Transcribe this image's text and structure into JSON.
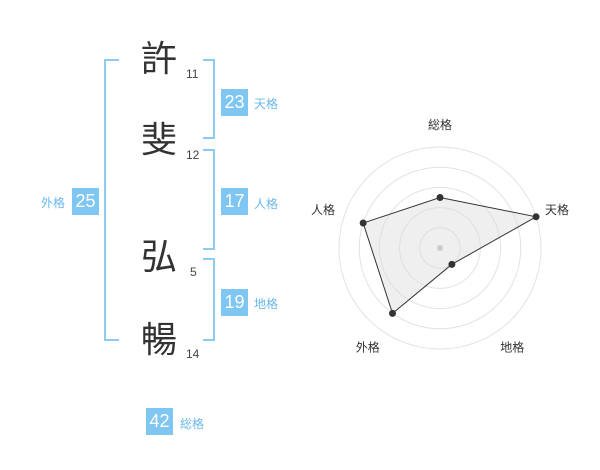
{
  "characters": [
    {
      "char": "許",
      "strokes": "11"
    },
    {
      "char": "斐",
      "strokes": "12"
    },
    {
      "char": "弘",
      "strokes": "5"
    },
    {
      "char": "暢",
      "strokes": "14"
    }
  ],
  "fortunes": {
    "tenkaku": {
      "label": "天格",
      "value": "23"
    },
    "jinkaku": {
      "label": "人格",
      "value": "17"
    },
    "chikaku": {
      "label": "地格",
      "value": "19"
    },
    "gaikaku": {
      "label": "外格",
      "value": "25"
    },
    "soukaku": {
      "label": "総格",
      "value": "42"
    }
  },
  "colors": {
    "badge": "#7fc6f2",
    "label": "#69b8ea",
    "bracket": "#8ccbf2"
  },
  "chart_data": {
    "type": "radar",
    "axes": [
      "総格",
      "天格",
      "地格",
      "外格",
      "人格"
    ],
    "values": [
      2.5,
      5,
      1,
      4,
      4
    ],
    "range": [
      0,
      5
    ],
    "rings": 5,
    "grid": true
  }
}
